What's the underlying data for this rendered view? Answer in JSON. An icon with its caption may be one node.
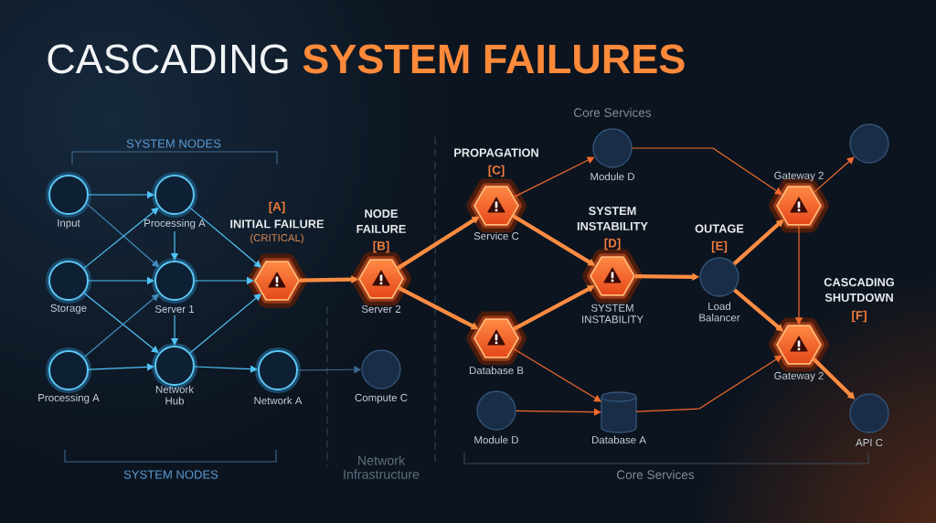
{
  "diagram": {
    "title": "CASCADING **SYSTEM FAILURES**",
    "nodes": [
      {
        "text": [
          "Input"
        ]
      },
      {
        "text": [
          "Processing A"
        ]
      },
      {
        "text": [
          "Storage"
        ]
      },
      {
        "text": [
          "Server 1"
        ]
      },
      {
        "text": [
          "Processing A"
        ]
      },
      {
        "text": [
          "Network Hub"
        ]
      },
      {
        "text": [
          "[A]",
          "INITIAL FAILURE",
          "(CRITICAL)"
        ]
      },
      {
        "text": [
          "Network A"
        ]
      },
      {
        "text": [
          "Compute C"
        ]
      },
      {
        "text": [
          "NODE FAILURE",
          "[B]",
          "Server 2"
        ]
      },
      {
        "text": [
          "PROPAGATION",
          "[C]",
          "Service C"
        ]
      },
      {
        "text": [
          "Database B"
        ]
      },
      {
        "text": [
          "Module D"
        ]
      },
      {
        "text": [
          "SYSTEM INSTABILITY",
          "[D]",
          "SYSTEM INSTABILITY"
        ]
      },
      {
        "text": [
          "OUTAGE",
          "[E]",
          "Load Balancer"
        ]
      },
      {
        "text": [
          "Gateway 2"
        ]
      },
      {
        "text": [],
        "shape": "circle"
      },
      {
        "text": [
          "Gateway 2"
        ]
      },
      {
        "text": [
          "Module D"
        ]
      },
      {
        "text": [
          "Database A"
        ]
      },
      {
        "text": [
          "API C"
        ]
      }
    ],
    "edges": [
      {
        "from": 0,
        "to": 1,
        "arrow": "to",
        "color": "#4fc3f7"
      },
      {
        "from": 0,
        "to": 3,
        "arrow": "to",
        "color": "#3f8cbc"
      },
      {
        "from": 2,
        "to": 1,
        "arrow": "to",
        "color": "#4fc3f7"
      },
      {
        "from": 2,
        "to": 3,
        "arrow": "to",
        "color": "#4fc3f7"
      },
      {
        "from": 2,
        "to": 5,
        "arrow": "to",
        "color": "#4fc3f7"
      },
      {
        "from": 4,
        "to": 3,
        "arrow": "to",
        "color": "#3f8cbc"
      },
      {
        "from": 4,
        "to": 5,
        "arrow": "to",
        "color": "#4fc3f7"
      },
      {
        "from": 1,
        "to": 3,
        "arrow": "to",
        "color": "#4fc3f7"
      },
      {
        "from": 3,
        "to": 5,
        "arrow": "to",
        "color": "#4fc3f7"
      },
      {
        "from": 1,
        "to": 6,
        "arrow": "to",
        "color": "#4fc3f7"
      },
      {
        "from": 3,
        "to": 6,
        "arrow": "to",
        "color": "#4fc3f7"
      },
      {
        "from": 5,
        "to": 6,
        "arrow": "to",
        "color": "#4fc3f7"
      },
      {
        "from": 5,
        "to": 7,
        "arrow": "to",
        "color": "#4fc3f7"
      },
      {
        "from": 7,
        "to": 8,
        "arrow": "to",
        "color": "#3d6a90"
      },
      {
        "from": 6,
        "to": 9,
        "arrow": "to",
        "style": "thick",
        "color": "#ff8c42"
      },
      {
        "from": 9,
        "to": 10,
        "arrow": "to",
        "style": "thick",
        "color": "#ff8c42"
      },
      {
        "from": 9,
        "to": 11,
        "arrow": "to",
        "style": "thick",
        "color": "#ff8c42"
      },
      {
        "from": 10,
        "to": 12,
        "arrow": "to",
        "color": "#f26b2e"
      },
      {
        "from": 10,
        "to": 13,
        "arrow": "to",
        "style": "thick",
        "color": "#ff8c42"
      },
      {
        "from": 11,
        "to": 13,
        "arrow": "to",
        "style": "thick",
        "color": "#ff8c42"
      },
      {
        "from": 13,
        "to": 14,
        "arrow": "to",
        "style": "thick",
        "color": "#ff8c42"
      },
      {
        "from": 11,
        "to": 19,
        "arrow": "to",
        "color": "#f26b2e"
      },
      {
        "from": 18,
        "to": 19,
        "arrow": "to",
        "color": "#f26b2e"
      },
      {
        "from": 12,
        "to": 15,
        "arrow": "to",
        "color": "#f26b2e"
      },
      {
        "from": 19,
        "to": 17,
        "arrow": "to",
        "color": "#f26b2e"
      },
      {
        "from": 14,
        "to": 15,
        "arrow": "to",
        "style": "thick",
        "color": "#ff8c42"
      },
      {
        "from": 14,
        "to": 17,
        "arrow": "to",
        "style": "thick",
        "color": "#ff8c42"
      },
      {
        "from": 15,
        "to": 16,
        "arrow": "to",
        "color": "#f26b2e"
      },
      {
        "from": 15,
        "to": 17,
        "arrow": "to",
        "color": "#f26b2e"
      },
      {
        "from": 17,
        "to": 20,
        "arrow": "to",
        "style": "thick",
        "color": "#ff8c42"
      }
    ],
    "labels": [
      "Core Services",
      "SYSTEM NODES",
      "CASCADING SHUTDOWN",
      "[F]",
      "Network Infrastructure",
      "SYSTEM NODES",
      "Core Services"
    ]
  }
}
